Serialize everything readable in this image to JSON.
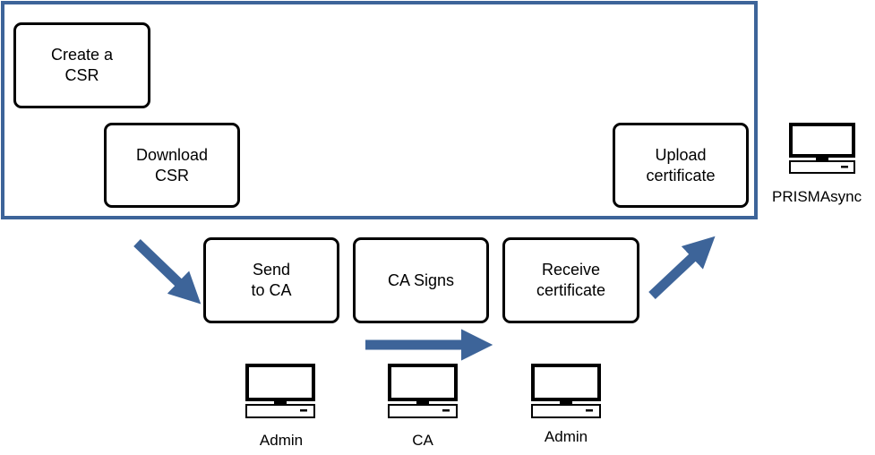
{
  "colors": {
    "frame": "#3d6499",
    "arrow": "#3d6499",
    "box_border": "#000000"
  },
  "steps": {
    "create_csr": "Create a\nCSR",
    "download_csr": "Download\nCSR",
    "upload_certificate": "Upload\ncertificate",
    "send_to_ca": "Send\nto CA",
    "ca_signs": "CA Signs",
    "receive_certificate": "Receive\ncertificate"
  },
  "computers": {
    "prismasync": {
      "icon": "computer-icon",
      "label": "PRISMAsync"
    },
    "admin_1": {
      "icon": "computer-icon",
      "label": "Admin"
    },
    "ca": {
      "icon": "computer-icon",
      "label": "CA"
    },
    "admin_2": {
      "icon": "computer-icon",
      "label": "Admin"
    }
  }
}
